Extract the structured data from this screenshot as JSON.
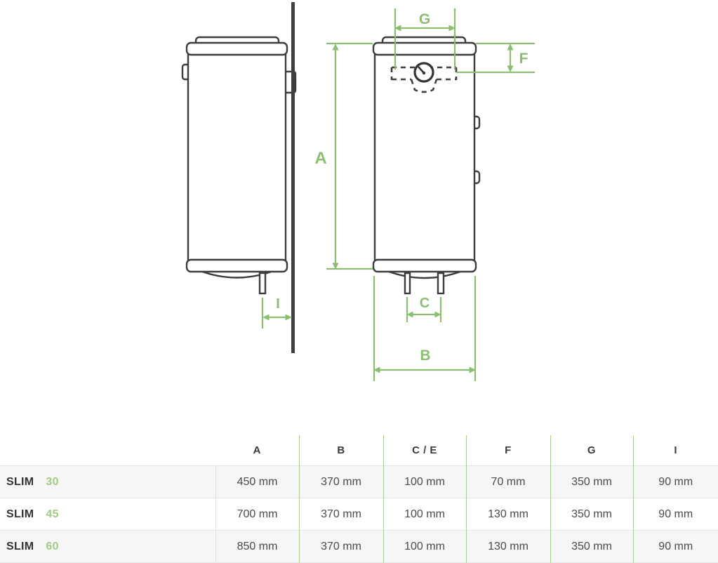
{
  "diagram": {
    "dim_labels": {
      "A": "A",
      "B": "B",
      "C": "C",
      "F": "F",
      "G": "G",
      "I": "I"
    }
  },
  "table": {
    "col_headers": [
      "A",
      "B",
      "C / E",
      "F",
      "G",
      "I"
    ],
    "rows": [
      {
        "model": "SLIM",
        "variant": "30",
        "values": [
          "450 mm",
          "370 mm",
          "100 mm",
          "70 mm",
          "350 mm",
          "90 mm"
        ]
      },
      {
        "model": "SLIM",
        "variant": "45",
        "values": [
          "700 mm",
          "370 mm",
          "100 mm",
          "130 mm",
          "350 mm",
          "90 mm"
        ]
      },
      {
        "model": "SLIM",
        "variant": "60",
        "values": [
          "850 mm",
          "370 mm",
          "100 mm",
          "130 mm",
          "350 mm",
          "90 mm"
        ]
      }
    ]
  },
  "colors": {
    "dimension_green": "#8cbd71",
    "variant_green": "#a2ca85",
    "outline_dark": "#3d3d3d",
    "wall_dark": "#3f3f3f",
    "text_dark": "#3b3b3b",
    "row_alt_bg": "#f6f6f6",
    "divider_green": "#aecb93",
    "divider_gray": "#e4e4e4"
  }
}
